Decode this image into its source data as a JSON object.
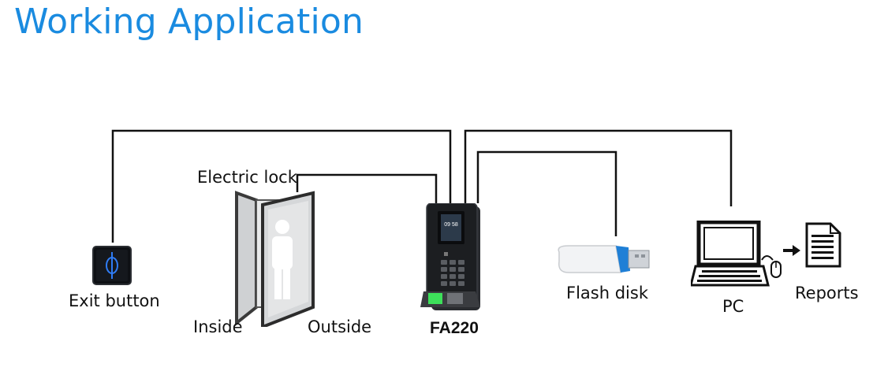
{
  "title": "Working Application",
  "labels": {
    "exit_button": "Exit button",
    "electric_lock": "Electric lock",
    "inside": "Inside",
    "outside": "Outside",
    "device": "FA220",
    "flash_disk": "Flash disk",
    "pc": "PC",
    "reports": "Reports"
  },
  "device_screen": {
    "time": "09 58"
  },
  "colors": {
    "title": "#1a8be0",
    "wire": "#111111",
    "exit_button_glow": "#2f7cf5",
    "flash_disk_cap": "#1f7fd6",
    "fingerprint_glow": "#3de05a"
  },
  "icons": [
    "exit-button-icon",
    "door-icon",
    "person-icon",
    "fingerprint-terminal-icon",
    "usb-flash-disk-icon",
    "computer-icon",
    "mouse-icon",
    "arrow-right-icon",
    "document-icon"
  ]
}
